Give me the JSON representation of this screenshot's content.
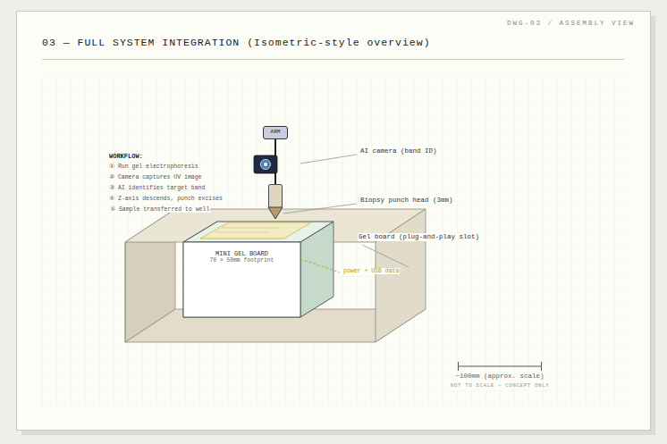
{
  "diagram": {
    "title": "03 — FULL SYSTEM INTEGRATION (Isometric-style overview)",
    "nodes": [
      {
        "text": [
          "ARM"
        ]
      },
      {
        "text": [
          "MINI GEL BOARD",
          "70 × 50mm footprint"
        ]
      }
    ],
    "labels": [
      "DWG-03 / ASSEMBLY VIEW",
      "WORKFLOW:",
      "① Run gel electrophoresis",
      "② Camera captures UV image",
      "③ AI identifies target band",
      "④ Z-axis descends, punch excises",
      "⑤ Sample transferred to well",
      "AI camera (band ID)",
      "Biopsy punch head (3mm)",
      "Gel board (plug-and-play slot)",
      "power + USB data",
      "~100mm (approx. scale)",
      "NOT TO SCALE — CONCEPT ONLY"
    ]
  }
}
